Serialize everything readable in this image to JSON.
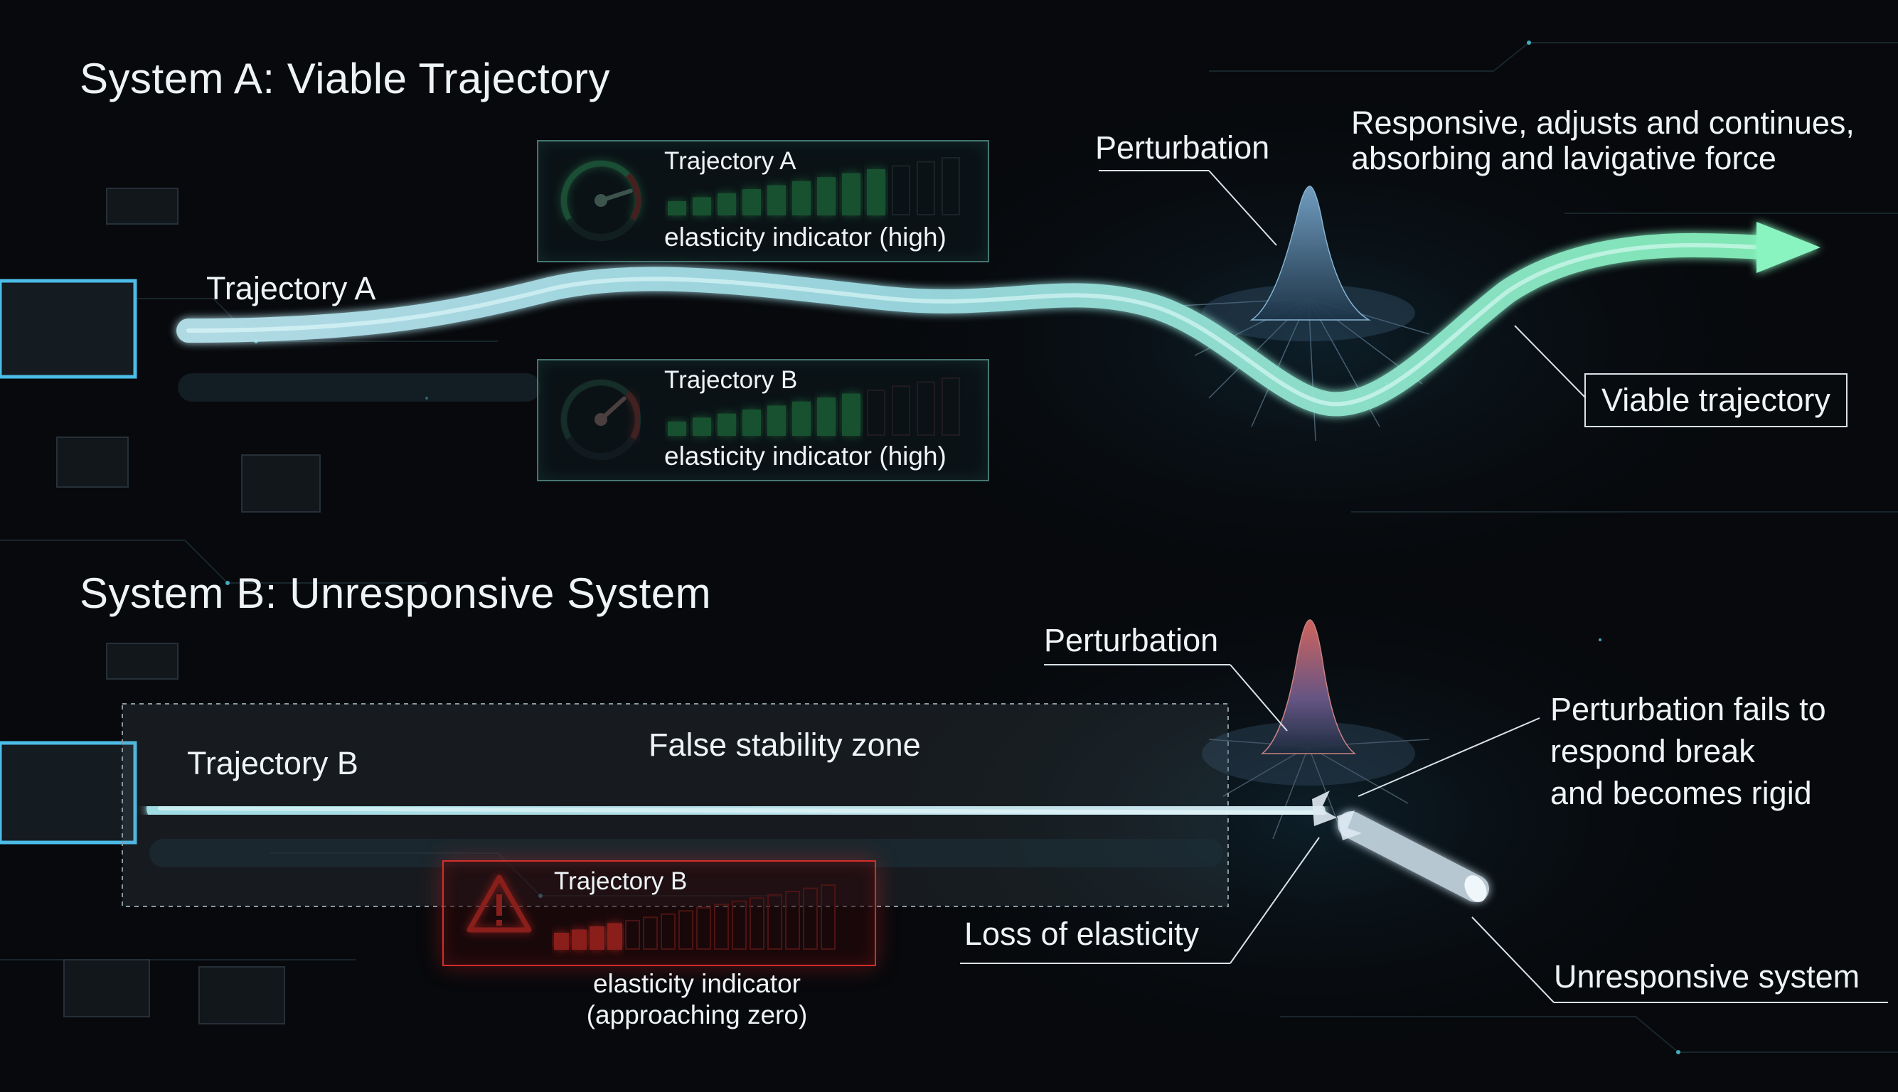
{
  "system_a": {
    "title": "System A: Viable Trajectory",
    "trajectory_label": "Trajectory A",
    "perturbation_label": "Perturbation",
    "response_note_line1": "Responsive, adjusts and continues,",
    "response_note_line2": "absorbing and lavigative force",
    "viable_label": "Viable trajectory",
    "panel_a": {
      "title": "Trajectory A",
      "subtitle": "elasticity indicator (high)",
      "bars_lit": 9,
      "bars_total": 12,
      "gauge_level": 0.8
    },
    "panel_b": {
      "title": "Trajectory B",
      "subtitle": "elasticity indicator (high)",
      "bars_lit": 8,
      "bars_total": 12,
      "gauge_level": 0.7
    }
  },
  "system_b": {
    "title": "System B: Unresponsive System",
    "trajectory_label": "Trajectory B",
    "zone_label": "False stability zone",
    "perturbation_label": "Perturbation",
    "fail_note_line1": "Perturbation fails to",
    "fail_note_line2": "respond break",
    "fail_note_line3": "and becomes rigid",
    "loss_label": "Loss of elasticity",
    "unresponsive_label": "Unresponsive system",
    "alert_panel": {
      "title": "Trajectory B",
      "subtitle_line1": "elasticity indicator",
      "subtitle_line2": "(approaching zero)",
      "bars_lit": 4,
      "bars_total": 16,
      "icon": "warning-triangle-icon"
    }
  },
  "colors": {
    "background": "#07090c",
    "trajectory_cyan": "#9fdde6",
    "trajectory_green": "#7ff0b8",
    "indicator_green": "#39e86a",
    "indicator_red": "#ff3b30",
    "alert_red": "#e6322d",
    "perturbation_blue": "#5f8fb8",
    "perturbation_red": "#d2605e"
  }
}
